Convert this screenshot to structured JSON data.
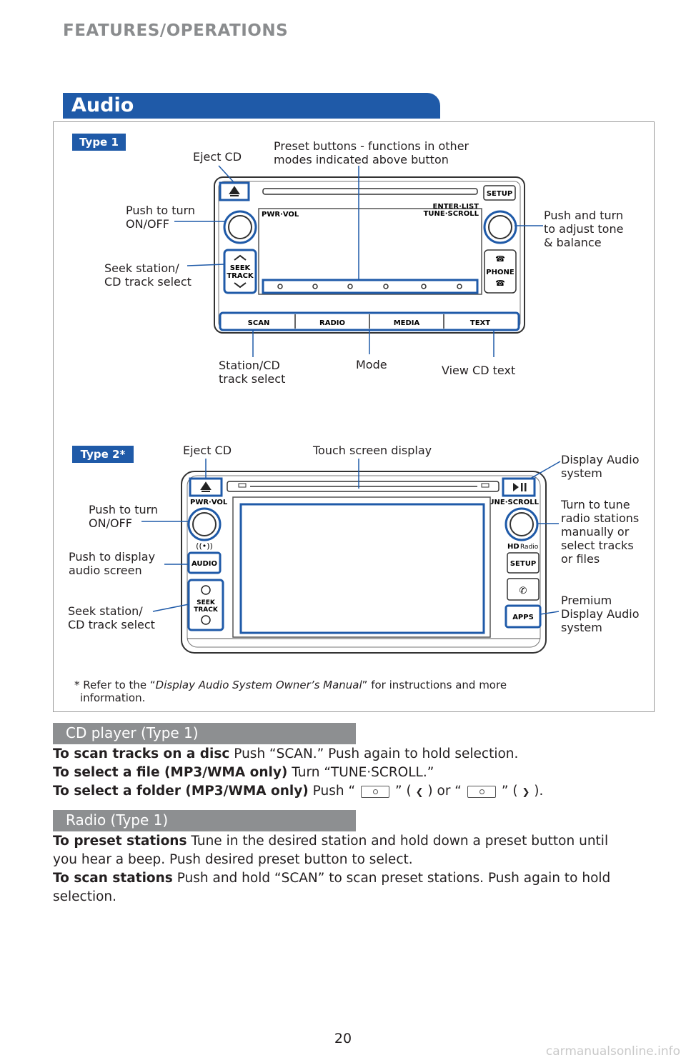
{
  "page": {
    "section_title": "FEATURES/OPERATIONS",
    "section_tab": "Audio",
    "page_number": "20",
    "watermark": "carmanualsonline.info"
  },
  "type1": {
    "badge": "Type 1",
    "labels": {
      "eject_cd": "Eject CD",
      "preset_buttons": "Preset buttons - functions in other\nmodes indicated above button",
      "push_on_off": "Push to turn\nON/OFF",
      "push_tone": "Push and turn\nto adjust tone\n& balance",
      "seek": "Seek station/\nCD track select",
      "station_cd": "Station/CD\ntrack select",
      "mode": "Mode",
      "view_cd_text": "View CD text"
    },
    "unit": {
      "pwr_vol": "PWR·VOL",
      "enter_list": "ENTER·LIST",
      "tune_scroll": "TUNE·SCROLL",
      "setup": "SETUP",
      "seek": "SEEK",
      "track": "TRACK",
      "phone": "PHONE",
      "bottom_buttons": [
        "SCAN",
        "RADIO",
        "MEDIA",
        "TEXT"
      ]
    }
  },
  "type2": {
    "badge": "Type 2*",
    "labels": {
      "eject_cd": "Eject CD",
      "touch_screen": "Touch screen display",
      "display_audio": "Display Audio\nsystem",
      "push_on_off": "Push to turn\nON/OFF",
      "turn_to_tune": "Turn to tune\nradio stations\nmanually or\nselect tracks\nor files",
      "push_audio": "Push to display\naudio screen",
      "seek": "Seek station/\nCD track select",
      "premium": "Premium\nDisplay Audio\nsystem"
    },
    "unit": {
      "pwr_vol": "PWR·VOL",
      "tune_scroll": "TUNE·SCROLL",
      "audio": "AUDIO",
      "seek": "SEEK",
      "track": "TRACK",
      "hd_radio": "Radio",
      "setup": "SETUP",
      "apps": "APPS"
    }
  },
  "footnote": {
    "prefix": "* Refer to the “",
    "manual": "Display Audio System Owner’s Manual",
    "suffix": "” for instructions and more",
    "line2": "information."
  },
  "cd_player": {
    "heading": "CD player (Type 1)",
    "line1_bold": "To scan tracks on a disc",
    "line1_text": " Push “SCAN.” Push again to hold selection.",
    "line2_bold": "To select a file (MP3/WMA only)",
    "line2_text": " Turn “TUNE·SCROLL.”",
    "line3_bold": "To select a folder (MP3/WMA only)",
    "line3_a": " Push “",
    "line3_b": "” (",
    "line3_c": ") or “",
    "line3_d": "” (",
    "line3_e": ").",
    "left_chevron": "❮",
    "right_chevron": "❯"
  },
  "radio": {
    "heading": "Radio (Type 1)",
    "line1_bold": "To preset stations",
    "line1_text": " Tune in the desired station and hold down a preset button until",
    "line2_text": "you hear a beep. Push desired preset button to select.",
    "line3_bold": "To scan stations",
    "line3_text": " Push and hold “SCAN” to scan preset stations. Push again to hold",
    "line4_text": "selection."
  }
}
